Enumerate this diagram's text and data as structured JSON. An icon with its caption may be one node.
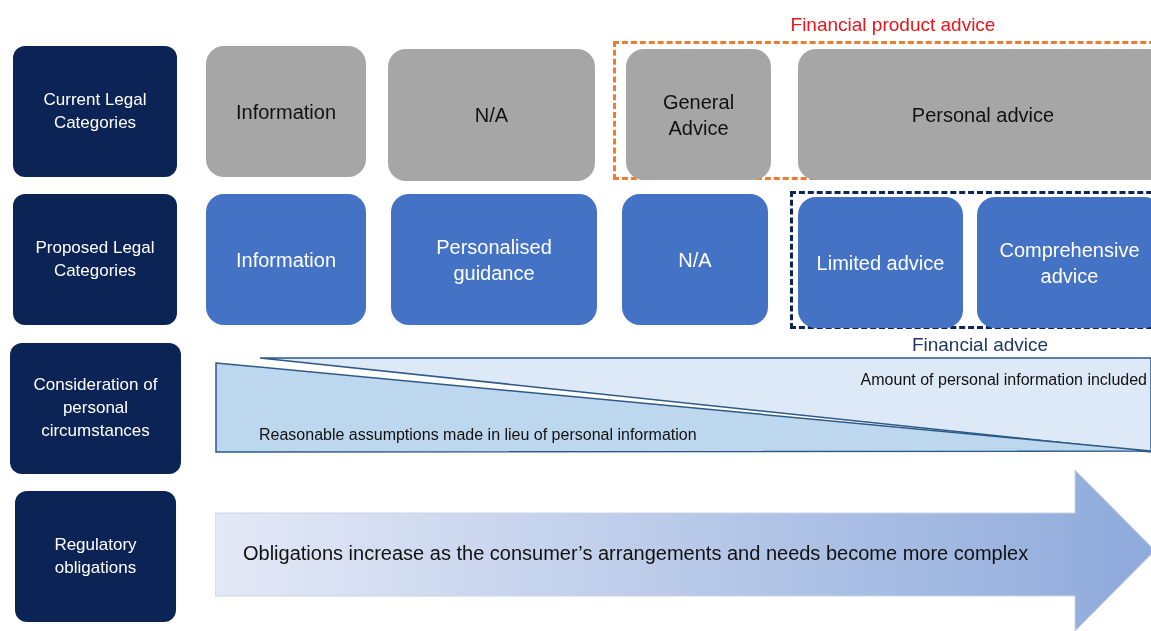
{
  "diagram": {
    "nodes": [
      {
        "text": [
          "Current Legal Categories"
        ]
      },
      {
        "text": [
          "Information"
        ]
      },
      {
        "text": [
          "N/A"
        ]
      },
      {
        "text": [
          "Financial product advice"
        ]
      },
      {
        "text": [
          "General Advice"
        ],
        "in": 3
      },
      {
        "text": [
          "Personal advice"
        ],
        "in": 3
      },
      {
        "text": [
          "Proposed Legal Categories"
        ]
      },
      {
        "text": [
          "Information"
        ]
      },
      {
        "text": [
          "Personalised guidance"
        ]
      },
      {
        "text": [
          "N/A"
        ]
      },
      {
        "text": [
          "Financial advice"
        ]
      },
      {
        "text": [
          "Limited advice"
        ],
        "in": 10
      },
      {
        "text": [
          "Comprehensive advice"
        ],
        "in": 10
      },
      {
        "text": [
          "Consideration of personal circumstances"
        ]
      },
      {
        "text": [
          "Amount of personal information included"
        ]
      },
      {
        "text": [
          "Reasonable assumptions made in lieu of personal information"
        ]
      },
      {
        "text": [
          "Regulatory obligations"
        ]
      },
      {
        "text": [
          "Obligations increase as the consumer’s arrangements and needs become more complex"
        ]
      }
    ]
  }
}
